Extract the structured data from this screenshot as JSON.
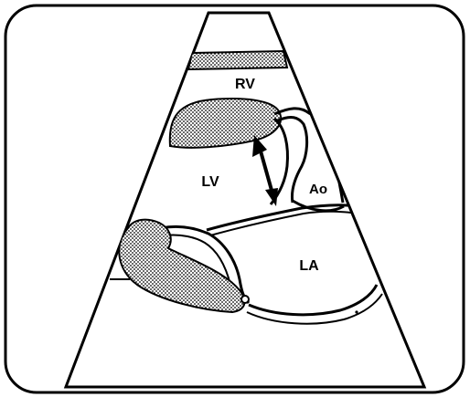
{
  "labels": {
    "rv": "RV",
    "lv": "LV",
    "ao": "Ao",
    "la": "LA"
  },
  "colors": {
    "ink": "#000000",
    "paper": "#ffffff",
    "stipple": "#000000"
  }
}
